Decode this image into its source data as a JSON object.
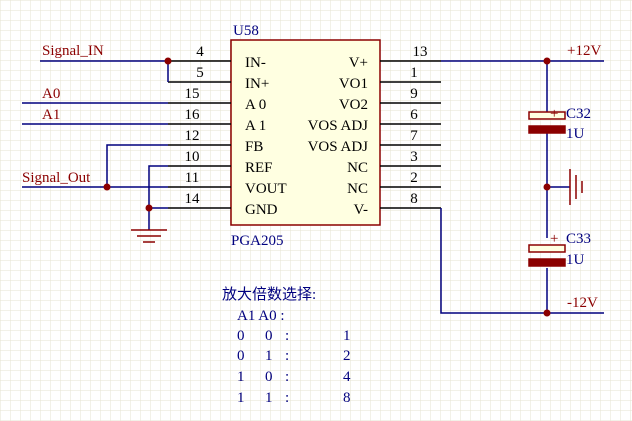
{
  "component": {
    "designator": "U58",
    "part_name": "PGA205",
    "left_pins": [
      {
        "num": "4",
        "label": "IN-"
      },
      {
        "num": "5",
        "label": "IN+"
      },
      {
        "num": "15",
        "label": "A 0"
      },
      {
        "num": "16",
        "label": "A 1"
      },
      {
        "num": "12",
        "label": "FB"
      },
      {
        "num": "10",
        "label": "REF"
      },
      {
        "num": "11",
        "label": "VOUT"
      },
      {
        "num": "14",
        "label": "GND"
      }
    ],
    "right_pins": [
      {
        "num": "13",
        "label": "V+"
      },
      {
        "num": "1",
        "label": "VO1"
      },
      {
        "num": "9",
        "label": "VO2"
      },
      {
        "num": "6",
        "label": "VOS ADJ"
      },
      {
        "num": "7",
        "label": "VOS ADJ"
      },
      {
        "num": "3",
        "label": "NC"
      },
      {
        "num": "2",
        "label": "NC"
      },
      {
        "num": "8",
        "label": "V-"
      }
    ]
  },
  "nets": {
    "signal_in": "Signal_IN",
    "a0": "A0",
    "a1": "A1",
    "signal_out": "Signal_Out",
    "plus12": "+12V",
    "minus12": "-12V"
  },
  "capacitors": [
    {
      "designator": "C32",
      "value": "1U",
      "polarity": "+"
    },
    {
      "designator": "C33",
      "value": "1U",
      "polarity": "+"
    }
  ],
  "gain_table": {
    "title": "放大倍数选择:",
    "header": "A1 A0 :",
    "rows": [
      {
        "a1": "0",
        "a0": "0",
        "sep": ":",
        "gain": "1"
      },
      {
        "a1": "0",
        "a0": "1",
        "sep": ":",
        "gain": "2"
      },
      {
        "a1": "1",
        "a0": "0",
        "sep": ":",
        "gain": "4"
      },
      {
        "a1": "1",
        "a0": "1",
        "sep": ":",
        "gain": "8"
      }
    ]
  },
  "colors": {
    "background": "#ffffff",
    "grid": "#e6e3d2",
    "wire": "#00007f",
    "pin": "#000000",
    "body_fill": "#ffffe1",
    "body_stroke": "#8b0000",
    "label_red": "#8b0000",
    "label_blue": "#00007f",
    "junction": "#8b0000"
  }
}
